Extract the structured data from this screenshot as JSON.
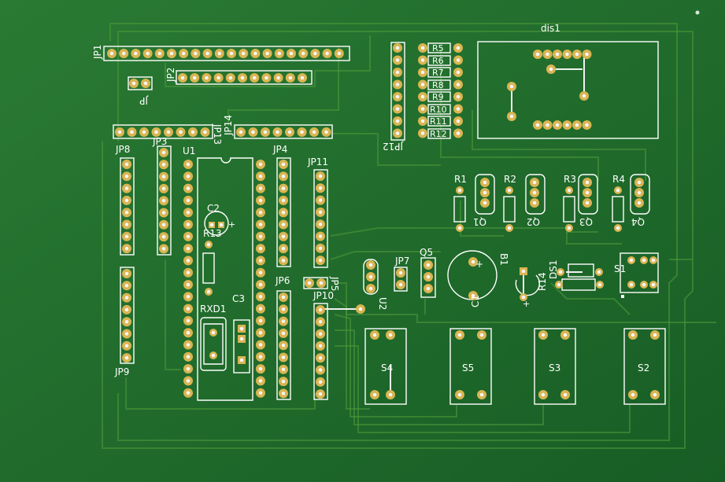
{
  "colors": {
    "board": "#1f6e2c",
    "pad": "#d9b552",
    "hole": "#f4f4f4",
    "silk": "#ffffff",
    "trace": "#4e9a3a"
  },
  "labels": {
    "jp1": "JP1",
    "jp2": "JP2",
    "jp": "JP",
    "jp14": "JP14",
    "jp13": "JP13",
    "jp8": "JP8",
    "jp3": "JP3",
    "u1": "U1",
    "jp4": "JP4",
    "jp11": "JP11",
    "jp12": "JP12",
    "dis1": "dis1",
    "r5": "R5",
    "r6": "R6",
    "r7": "R7",
    "r8": "R8",
    "r9": "R9",
    "r10": "R10",
    "r11": "R11",
    "r12": "R12",
    "r1": "R1",
    "r2": "R2",
    "r3": "R3",
    "r4": "R4",
    "q1": "Q1",
    "q2": "Q2",
    "q3": "Q3",
    "q4": "Q4",
    "q5": "Q5",
    "c2": "C2",
    "r13": "R13",
    "c3": "C3",
    "rxd1": "RXD1",
    "c1": "C1",
    "jp6": "JP6",
    "jp10": "JP10",
    "jp5": "JP5",
    "jp7": "JP7",
    "jp9": "JP9",
    "u2": "U2",
    "b1": "B1",
    "r14": "R14",
    "ds1": "DS1",
    "s1": "S1",
    "s4": "S4",
    "s5": "S5",
    "s3": "S3",
    "s2": "S2"
  }
}
